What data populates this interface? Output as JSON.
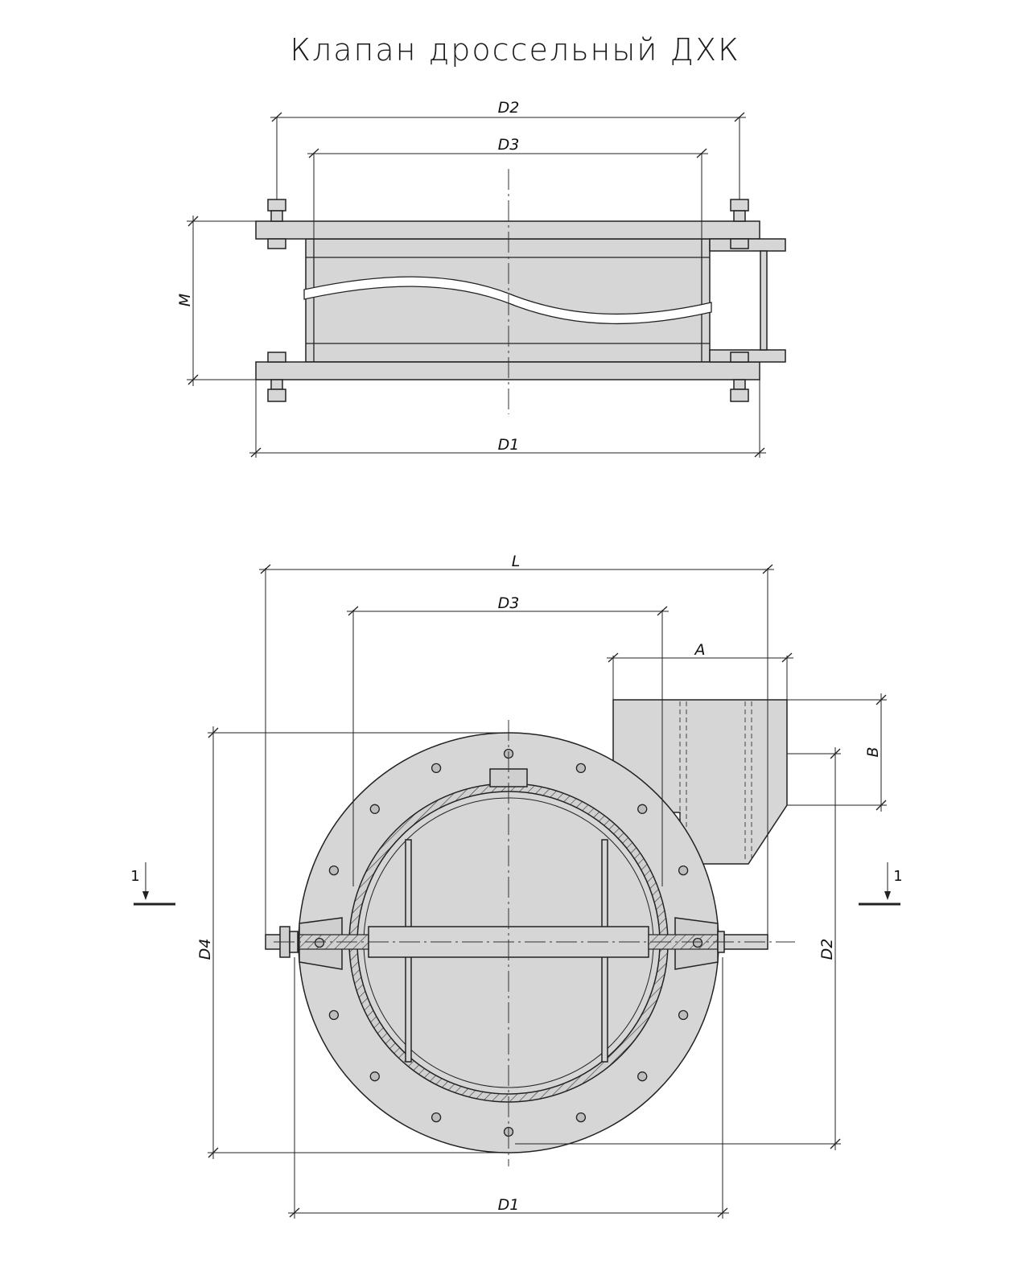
{
  "title": "Клапан дроссельный ДХК",
  "views": {
    "side": {
      "labels": {
        "d2": "D2",
        "d3": "D3",
        "m": "M",
        "d1": "D1"
      }
    },
    "front": {
      "labels": {
        "l": "L",
        "d3": "D3",
        "a": "A",
        "b": "B",
        "d4": "D4",
        "d2": "D2",
        "d1": "D1"
      },
      "section_marks": [
        "1",
        "1"
      ],
      "flange_bolt_count": 16
    }
  }
}
